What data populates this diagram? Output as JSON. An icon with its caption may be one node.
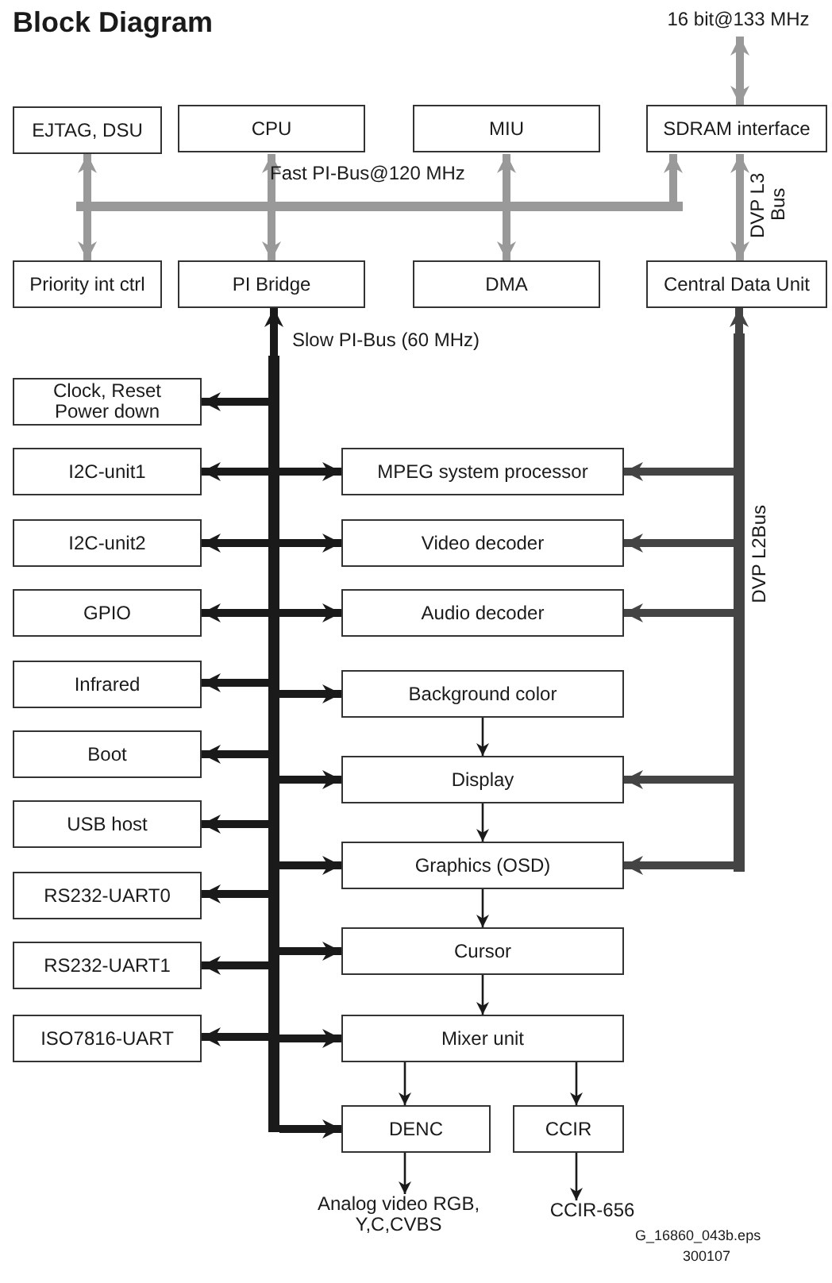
{
  "diagram": {
    "title": "Block Diagram",
    "nodes": [
      {
        "text": [
          "16 bit@133 MHz"
        ]
      },
      {
        "text": [
          "EJTAG, DSU"
        ]
      },
      {
        "text": [
          "CPU"
        ]
      },
      {
        "text": [
          "MIU"
        ]
      },
      {
        "text": [
          "SDRAM interface"
        ]
      },
      {
        "text": [],
        "shape": "bar",
        "beside": [
          "Fast PI-Bus@120 MHz"
        ]
      },
      {
        "text": [
          "Priority int ctrl"
        ]
      },
      {
        "text": [
          "PI Bridge"
        ]
      },
      {
        "text": [
          "DMA"
        ]
      },
      {
        "text": [
          "Central Data Unit"
        ]
      },
      {
        "text": [],
        "shape": "bar",
        "beside": [
          "Slow PI-Bus (60 MHz)"
        ]
      },
      {
        "text": [],
        "shape": "bar",
        "beside": [
          "DVP L2Bus"
        ]
      },
      {
        "text": [
          "Clock, Reset Power down"
        ]
      },
      {
        "text": [
          "I2C-unit1"
        ]
      },
      {
        "text": [
          "MPEG system processor"
        ]
      },
      {
        "text": [
          "I2C-unit2"
        ]
      },
      {
        "text": [
          "Video decoder"
        ]
      },
      {
        "text": [
          "GPIO"
        ]
      },
      {
        "text": [
          "Audio decoder"
        ]
      },
      {
        "text": [
          "Infrared"
        ]
      },
      {
        "text": [
          "Background color"
        ]
      },
      {
        "text": [
          "Boot"
        ]
      },
      {
        "text": [
          "Display"
        ]
      },
      {
        "text": [
          "USB host"
        ]
      },
      {
        "text": [
          "Graphics (OSD)"
        ]
      },
      {
        "text": [
          "RS232-UART0"
        ]
      },
      {
        "text": [
          "Cursor"
        ]
      },
      {
        "text": [
          "RS232-UART1"
        ]
      },
      {
        "text": [
          "ISO7816-UART"
        ]
      },
      {
        "text": [
          "Mixer unit"
        ]
      },
      {
        "text": [
          "DENC"
        ]
      },
      {
        "text": [
          "CCIR"
        ]
      },
      {
        "text": [
          "Analog video RGB, Y,C,CVBS"
        ]
      },
      {
        "text": [
          "CCIR-656"
        ]
      }
    ],
    "edges": [
      {
        "from": 0,
        "to": 4,
        "arrow": "both",
        "color": "#999999"
      },
      {
        "from": 5,
        "to": 1,
        "arrow": "to",
        "color": "#999999"
      },
      {
        "from": 5,
        "to": 2,
        "arrow": "to",
        "color": "#999999"
      },
      {
        "from": 5,
        "to": 3,
        "arrow": "to",
        "color": "#999999"
      },
      {
        "from": 5,
        "to": 4,
        "arrow": "to",
        "color": "#999999"
      },
      {
        "from": 5,
        "to": 6,
        "arrow": "to",
        "color": "#999999"
      },
      {
        "from": 5,
        "to": 7,
        "arrow": "to",
        "color": "#999999"
      },
      {
        "from": 5,
        "to": 8,
        "arrow": "to",
        "color": "#999999"
      },
      {
        "from": 4,
        "to": 9,
        "arrow": "both",
        "label": "DVP L3 Bus",
        "color": "#999999"
      },
      {
        "from": 10,
        "to": 7,
        "arrow": "to"
      },
      {
        "from": 10,
        "to": 12,
        "arrow": "to"
      },
      {
        "from": 10,
        "to": 13,
        "arrow": "to"
      },
      {
        "from": 10,
        "to": 14,
        "arrow": "to"
      },
      {
        "from": 10,
        "to": 15,
        "arrow": "to"
      },
      {
        "from": 10,
        "to": 16,
        "arrow": "to"
      },
      {
        "from": 10,
        "to": 17,
        "arrow": "to"
      },
      {
        "from": 10,
        "to": 18,
        "arrow": "to"
      },
      {
        "from": 10,
        "to": 19,
        "arrow": "to"
      },
      {
        "from": 10,
        "to": 20,
        "arrow": "to"
      },
      {
        "from": 10,
        "to": 21,
        "arrow": "to"
      },
      {
        "from": 10,
        "to": 22,
        "arrow": "to"
      },
      {
        "from": 10,
        "to": 23,
        "arrow": "to"
      },
      {
        "from": 10,
        "to": 24,
        "arrow": "to"
      },
      {
        "from": 10,
        "to": 25,
        "arrow": "to"
      },
      {
        "from": 10,
        "to": 26,
        "arrow": "to"
      },
      {
        "from": 10,
        "to": 27,
        "arrow": "to"
      },
      {
        "from": 10,
        "to": 28,
        "arrow": "to"
      },
      {
        "from": 10,
        "to": 29,
        "arrow": "to"
      },
      {
        "from": 10,
        "to": 30,
        "arrow": "to"
      },
      {
        "from": 11,
        "to": 9,
        "arrow": "to",
        "color": "#444444"
      },
      {
        "from": 11,
        "to": 14,
        "arrow": "to",
        "color": "#444444"
      },
      {
        "from": 11,
        "to": 16,
        "arrow": "to",
        "color": "#444444"
      },
      {
        "from": 11,
        "to": 18,
        "arrow": "to",
        "color": "#444444"
      },
      {
        "from": 11,
        "to": 22,
        "arrow": "to",
        "color": "#444444"
      },
      {
        "from": 11,
        "to": 24,
        "arrow": "to",
        "color": "#444444"
      },
      {
        "from": 20,
        "to": 22,
        "arrow": "to"
      },
      {
        "from": 22,
        "to": 24,
        "arrow": "to"
      },
      {
        "from": 24,
        "to": 26,
        "arrow": "to"
      },
      {
        "from": 26,
        "to": 29,
        "arrow": "to"
      },
      {
        "from": 29,
        "to": 30,
        "arrow": "to"
      },
      {
        "from": 29,
        "to": 31,
        "arrow": "to"
      },
      {
        "from": 30,
        "to": 32,
        "arrow": "to"
      },
      {
        "from": 31,
        "to": 33,
        "arrow": "to"
      }
    ],
    "labels": [
      "G_16860_043b.eps",
      "300107"
    ]
  }
}
